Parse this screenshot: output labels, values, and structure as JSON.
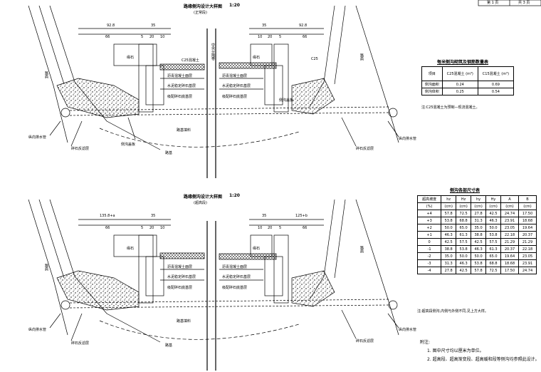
{
  "corner_box": {
    "left": "第 1 页",
    "right": "共 3 页"
  },
  "top_view": {
    "title": "路缘侧沟设计大样图",
    "scale": "1:20",
    "subtitle": "(正常段)",
    "dims_left": [
      "92.8",
      "35",
      "66",
      "5",
      "20",
      "10"
    ],
    "dims_right": [
      "35",
      "92.8",
      "10",
      "20",
      "5",
      "66"
    ],
    "labels": {
      "left_slope": "路肩",
      "right_slope": "路肩",
      "curb": "缘石",
      "concrete_left": "C25混凝土",
      "concrete_right": "C25",
      "pave1": "沥青混凝土面层",
      "pave2": "水泥稳定碎石基层",
      "pave3": "级配碎石底基层",
      "pave4": "路基填料",
      "drain_left": "侧沟盖板",
      "drain_right": "侧沟盖板",
      "pipe_left": "纵向排水管",
      "pipe_right": "纵向排水管",
      "gravel_left": "碎石反滤层",
      "gravel_right": "碎石反滤层",
      "center": "中央分隔带",
      "bottom": "路基"
    }
  },
  "bottom_view": {
    "title": "路缘侧沟设计大样图",
    "scale": "1:20",
    "subtitle": "(超高段)",
    "dims_left": [
      "135.8+a",
      "35",
      "66",
      "5",
      "20",
      "10"
    ],
    "dims_right": [
      "35",
      "125+b",
      "10",
      "20",
      "5",
      "66"
    ]
  },
  "qty_table": {
    "title": "每米侧沟砌筑及钢筋数量表",
    "header": [
      "项目",
      "C25混凝土 (m³)",
      "C15混凝土 (m³)"
    ],
    "rows": [
      [
        "侧沟面积",
        "0.24",
        "0.69"
      ],
      [
        "侧沟体积",
        "0.25",
        "0.54"
      ]
    ],
    "note": "注:C25混凝土为预制—现浇混凝土。"
  },
  "dim_table": {
    "title": "侧沟各部尺寸表",
    "header1": [
      "超高坡度",
      "hz",
      "Hz",
      "hy",
      "Hy",
      "A",
      "B"
    ],
    "header2": [
      "(%)",
      "(cm)",
      "(cm)",
      "(cm)",
      "(cm)",
      "(cm)",
      "(cm)"
    ],
    "rows": [
      [
        "+4",
        "57.8",
        "72.5",
        "27.8",
        "42.5",
        "24.74",
        "17.50"
      ],
      [
        "+3",
        "53.8",
        "68.8",
        "31.3",
        "46.3",
        "23.91",
        "18.68"
      ],
      [
        "+2",
        "50.0",
        "65.0",
        "35.0",
        "50.0",
        "23.05",
        "19.64"
      ],
      [
        "+1",
        "46.3",
        "61.3",
        "38.8",
        "53.8",
        "22.18",
        "20.37"
      ],
      [
        "0",
        "42.5",
        "57.5",
        "42.5",
        "57.5",
        "21.29",
        "21.29"
      ],
      [
        "-1",
        "38.8",
        "53.8",
        "46.3",
        "61.3",
        "20.37",
        "22.18"
      ],
      [
        "-2",
        "35.0",
        "50.0",
        "50.0",
        "65.0",
        "19.64",
        "23.05"
      ],
      [
        "-3",
        "31.3",
        "46.3",
        "53.8",
        "68.8",
        "18.68",
        "23.91"
      ],
      [
        "-4",
        "27.8",
        "42.5",
        "57.8",
        "72.5",
        "17.50",
        "24.74"
      ]
    ],
    "note": "注:超高段侧沟,内侧与外侧不同,见上方大样。"
  },
  "notes": {
    "heading": "附注:",
    "items": [
      "1. 图中尺寸均以厘米为单位。",
      "2. 超高段、超高渐变段、超高缓和段等侧沟均参照此设计。"
    ]
  }
}
